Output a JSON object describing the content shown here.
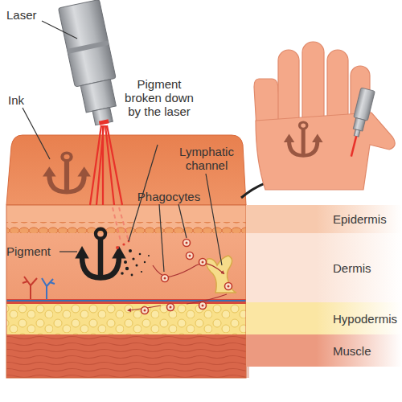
{
  "diagram": {
    "nodes": [
      {
        "text": [
          "Epidermis"
        ]
      },
      {
        "text": [
          "Dermis"
        ]
      },
      {
        "text": [
          "Hypodermis"
        ]
      },
      {
        "text": [
          "Muscle"
        ]
      }
    ],
    "labels": [
      "Laser",
      "Ink",
      "Pigment broken down by the laser",
      "Lymphatic channel",
      "Phagocytes",
      "Pigment"
    ]
  }
}
